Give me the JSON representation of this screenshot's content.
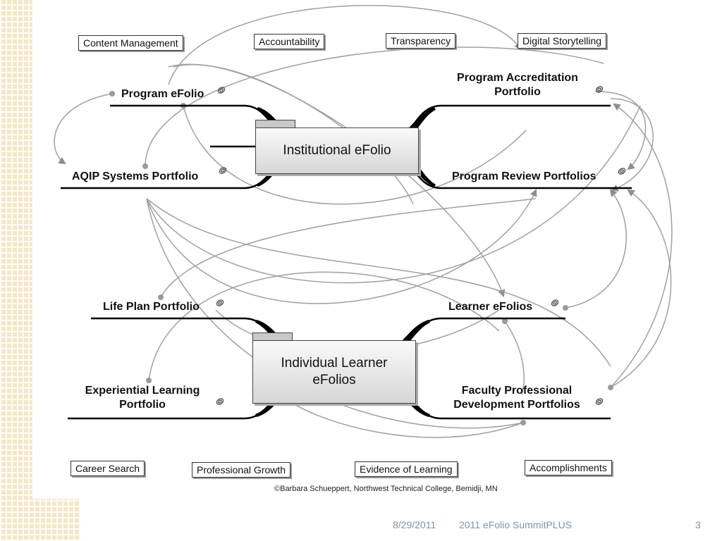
{
  "concept_boxes": {
    "content_management": "Content Management",
    "accountability": "Accountability",
    "transparency": "Transparency",
    "digital_storytelling": "Digital Storytelling",
    "career_search": "Career Search",
    "professional_growth": "Professional Growth",
    "evidence_of_learning": "Evidence of Learning",
    "accomplishments": "Accomplishments"
  },
  "institutional": {
    "center": "Institutional eFolio",
    "program_efolio": "Program eFolio",
    "aqip": "AQIP Systems Portfolio",
    "accreditation_line1": "Program Accreditation",
    "accreditation_line2": "Portfolio",
    "review": "Program Review Portfolios"
  },
  "learner": {
    "center_line1": "Individual Learner",
    "center_line2": "eFolios",
    "life_plan": "Life Plan Portfolio",
    "experiential_line1": "Experiential Learning",
    "experiential_line2": "Portfolio",
    "learner_efolios": "Learner eFolios",
    "faculty_line1": "Faculty Professional",
    "faculty_line2": "Development Portfolios"
  },
  "credit": "©Barbara Schueppert, Northwest Technical College, Bemidji, MN",
  "footer": {
    "date": "8/29/2011",
    "event": "2011 eFolio SummitPLUS",
    "page": "3"
  },
  "colors": {
    "pattern": "#f4e7c5",
    "footer_text": "#7f95a8",
    "connector": "#9a9a9a",
    "branch": "#000000"
  },
  "icons": [
    "paperclip-icon"
  ]
}
